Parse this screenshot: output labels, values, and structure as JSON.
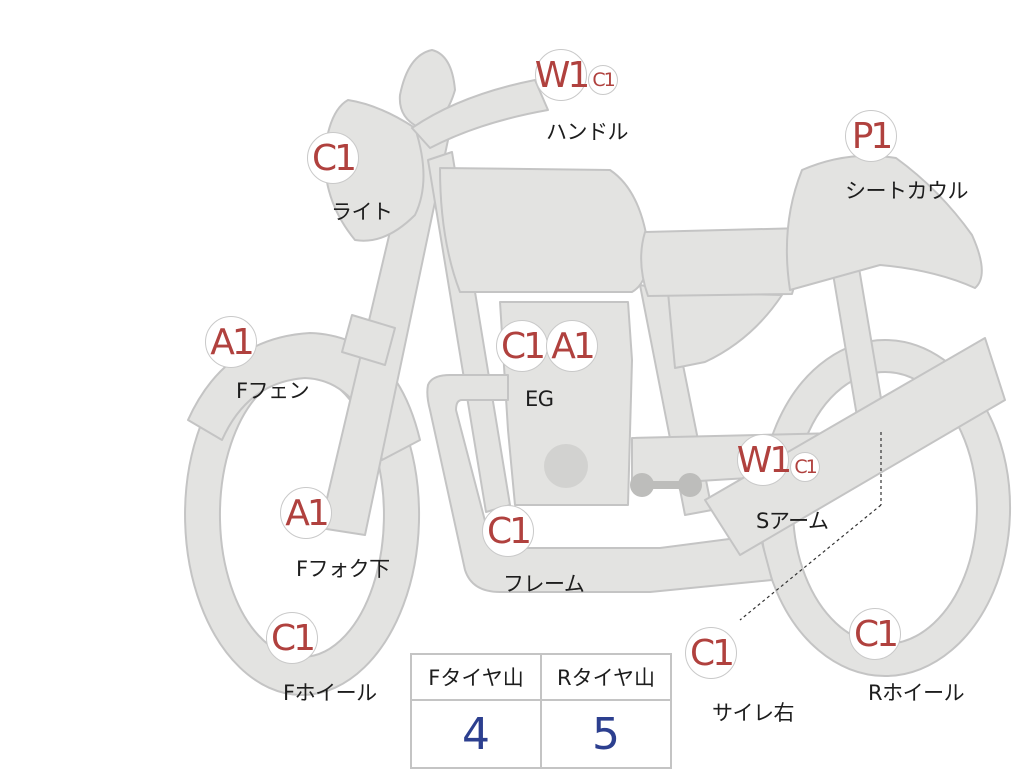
{
  "colors": {
    "silhouette_fill": "#e3e3e1",
    "silhouette_stroke": "#c4c4c4",
    "badge_text": "#b0413e",
    "label_text": "#1d1d1d",
    "table_value": "#2c3f8f"
  },
  "parts": {
    "handle": {
      "main": "W1",
      "minor": "C1",
      "label": "ハンドル"
    },
    "light": {
      "main": "C1",
      "label": "ライト"
    },
    "seat_cowl": {
      "main": "P1",
      "label": "シートカウル"
    },
    "f_fender": {
      "main": "A1",
      "label": "Fフェン"
    },
    "engine": {
      "main": "C1",
      "second": "A1",
      "label": "EG"
    },
    "f_fork": {
      "main": "A1",
      "label": "Fフォク下"
    },
    "frame": {
      "main": "C1",
      "label": "フレーム"
    },
    "s_arm": {
      "main": "W1",
      "minor": "C1",
      "label": "Sアーム"
    },
    "f_wheel": {
      "main": "C1",
      "label": "Fホイール"
    },
    "muffler_r": {
      "main": "C1",
      "label": "サイレ右"
    },
    "r_wheel": {
      "main": "C1",
      "label": "Rホイール"
    }
  },
  "tire_table": {
    "front_header": "Fタイヤ山",
    "rear_header": "Rタイヤ山",
    "front_value": "4",
    "rear_value": "5"
  }
}
